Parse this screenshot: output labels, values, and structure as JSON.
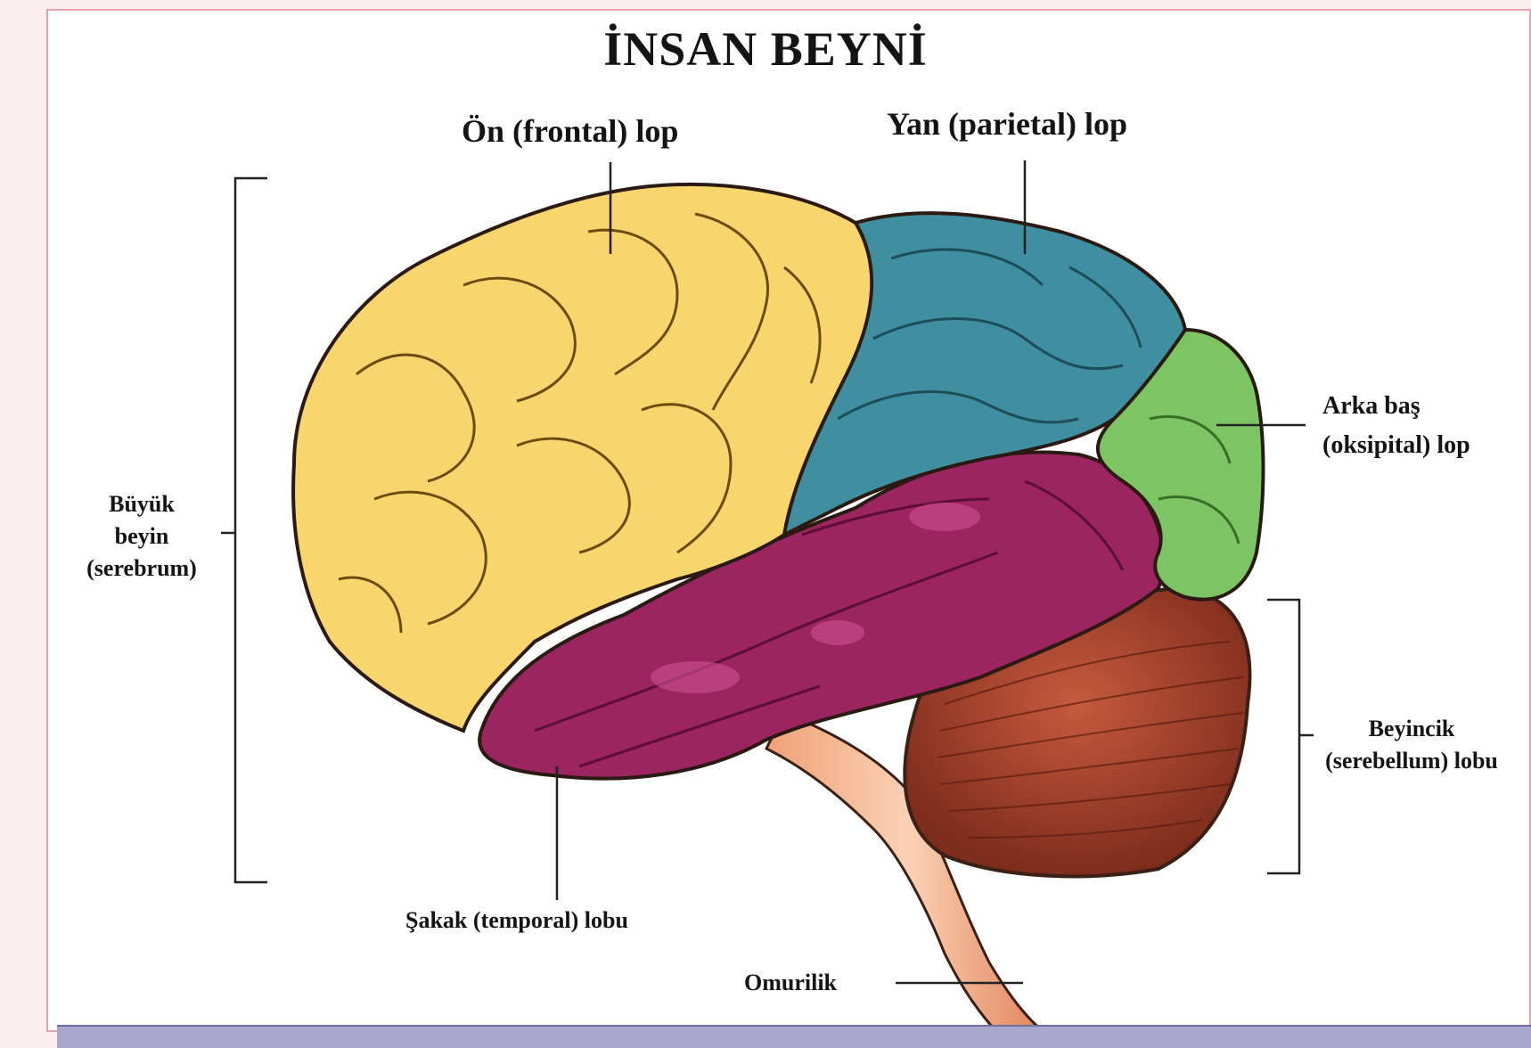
{
  "title": "İNSAN BEYNİ",
  "labels": {
    "frontal": "Ön (frontal) lop",
    "parietal": "Yan (parietal) lop",
    "occipital_line1": "Arka baş",
    "occipital_line2": "(oksipital) lop",
    "cerebrum_line1": "Büyük",
    "cerebrum_line2": "beyin",
    "cerebrum_line3": "(serebrum)",
    "cerebellum_line1": "Beyincik",
    "cerebellum_line2": "(serebellum) lobu",
    "temporal": "Şakak (temporal) lobu",
    "spinal_cord": "Omurilik"
  },
  "colors": {
    "frontal": "#f9d56e",
    "parietal": "#3f8fa0",
    "occipital": "#7cc464",
    "temporal": "#9c2460",
    "cerebellum": "#a8462e",
    "brainstem": "#e88a5c",
    "outline": "#2a1a12"
  }
}
